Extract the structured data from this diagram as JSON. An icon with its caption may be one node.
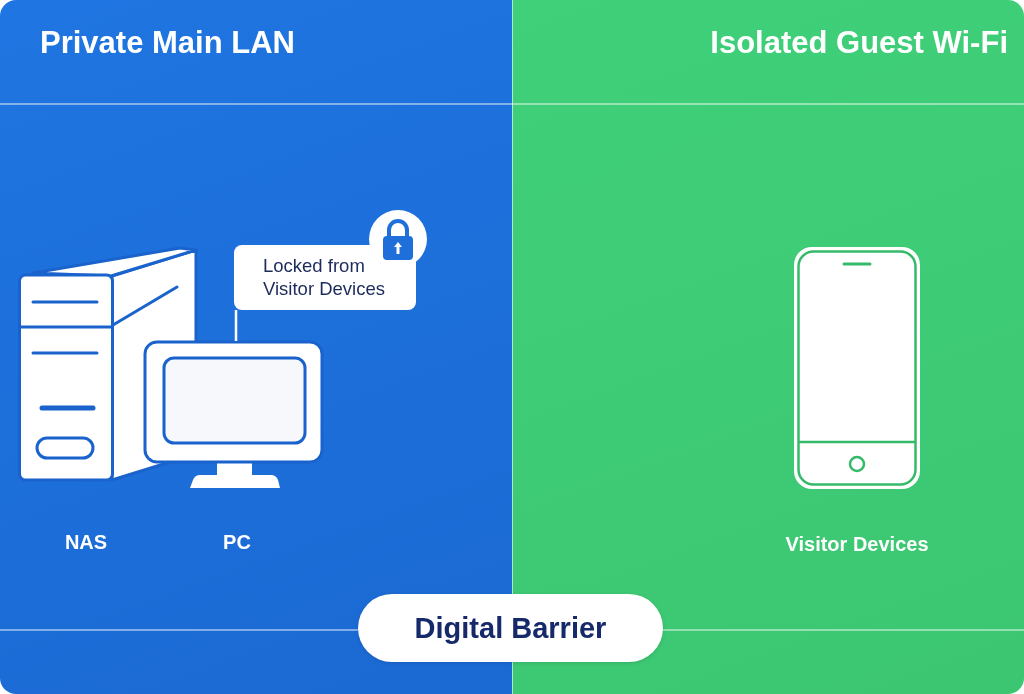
{
  "diagram": {
    "nodes": [
      {
        "text": [
          "Private Main LAN"
        ]
      },
      {
        "text": [
          "Isolated Guest Wi-Fi"
        ]
      },
      {
        "text": [],
        "shape": "picture",
        "in": 0,
        "beside": [
          "NAS"
        ]
      },
      {
        "text": [],
        "shape": "picture",
        "in": 0,
        "beside": [
          "PC"
        ]
      },
      {
        "text": [
          "Locked from Visitor Devices"
        ],
        "in": 0
      },
      {
        "text": [],
        "shape": "picture",
        "in": 1,
        "beside": [
          "Visitor Devices"
        ]
      },
      {
        "text": [
          "Digital Barrier"
        ]
      }
    ],
    "edges": [
      {
        "from": 4,
        "to": 3,
        "arrow": "none"
      }
    ]
  }
}
